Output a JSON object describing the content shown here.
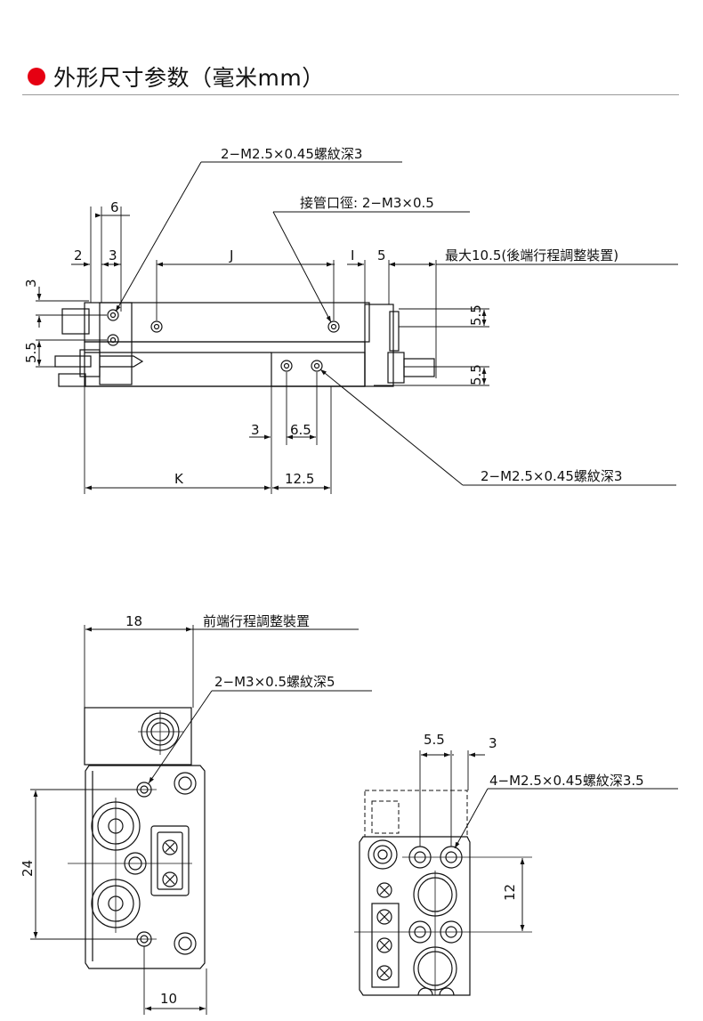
{
  "header": {
    "title": "外形尺寸参数（毫米mm）",
    "accent_color": "#e60012"
  },
  "side_view": {
    "callout_thread_top": "2−M2.5×0.45螺紋深3",
    "callout_port": "接管口徑: 2−M3×0.5",
    "callout_max_stroke": "最大10.5(後端行程調整裝置)",
    "callout_thread_bottom": "2−M2.5×0.45螺紋深3",
    "dim_6": "6",
    "dim_2": "2",
    "dim_3_top": "3",
    "dim_J": "J",
    "dim_I": "I",
    "dim_5": "5",
    "dim_3_left": "3",
    "dim_5_5_left": "5.5",
    "dim_5_5_right_top": "5.5",
    "dim_5_5_right_bottom": "5.5",
    "dim_3_bottom": "3",
    "dim_6_5": "6.5",
    "dim_K": "K",
    "dim_12_5": "12.5"
  },
  "front_view": {
    "callout_front_stroke": "前端行程調整裝置",
    "callout_thread": "2−M3×0.5螺紋深5",
    "dim_18": "18",
    "dim_24": "24",
    "dim_10": "10"
  },
  "end_view": {
    "callout_thread": "4−M2.5×0.45螺紋深3.5",
    "dim_5_5": "5.5",
    "dim_3": "3",
    "dim_12": "12"
  }
}
